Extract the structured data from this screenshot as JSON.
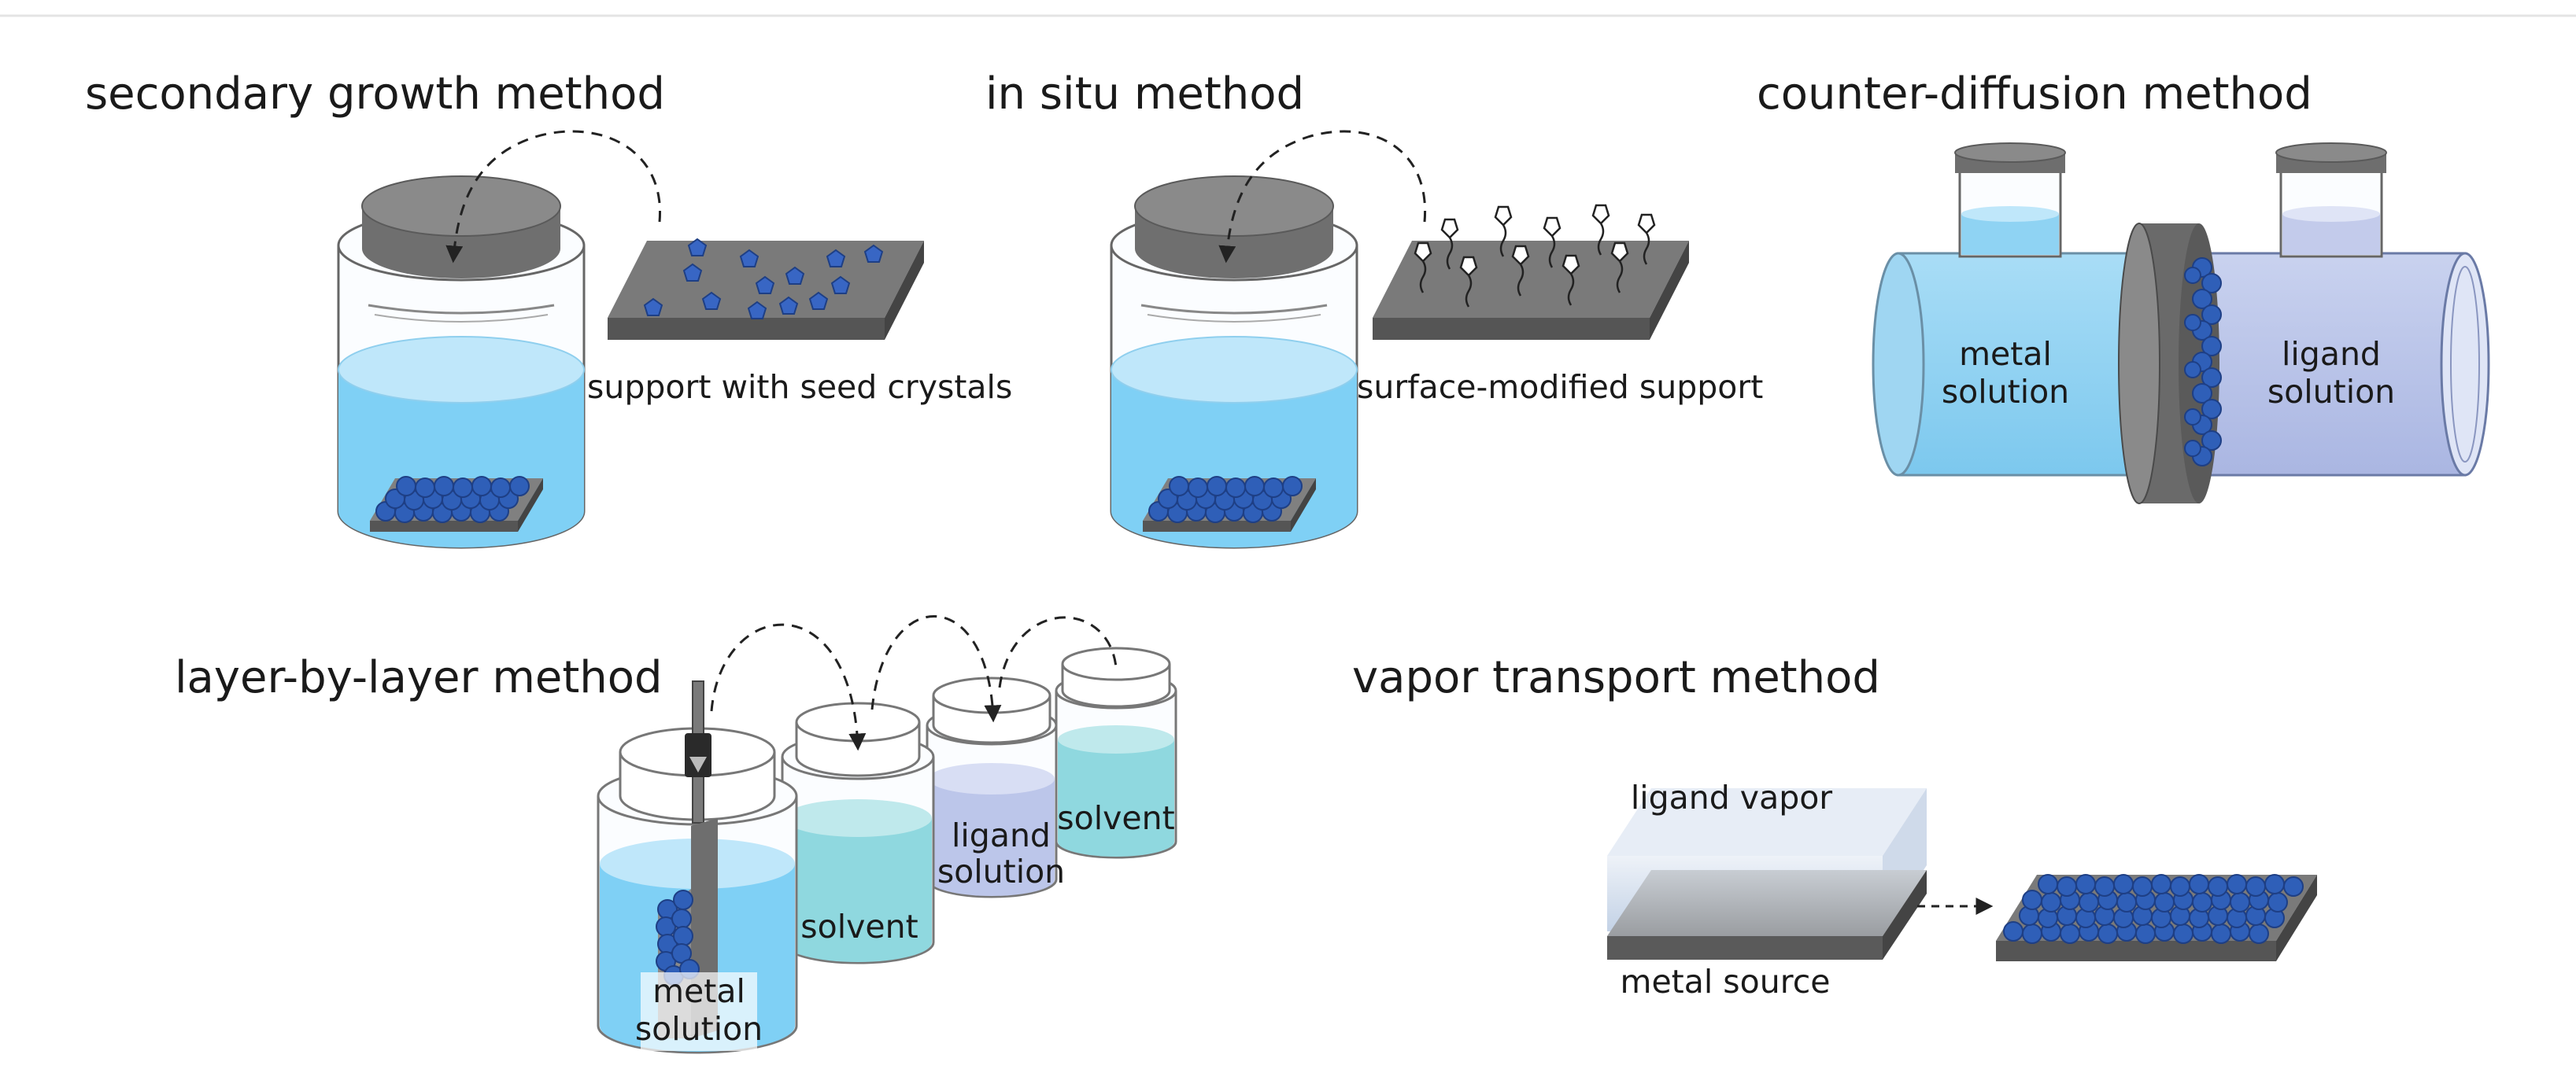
{
  "panels": {
    "secondary_growth": {
      "title": "secondary growth method",
      "support_label": "support with seed crystals"
    },
    "in_situ": {
      "title": "in situ method",
      "support_label": "surface-modified support"
    },
    "counter_diffusion": {
      "title": "counter-diffusion method",
      "left_label_line1": "metal",
      "left_label_line2": "solution",
      "right_label_line1": "ligand",
      "right_label_line2": "solution"
    },
    "layer_by_layer": {
      "title": "layer-by-layer method",
      "jar1_line1": "metal",
      "jar1_line2": "solution",
      "jar2_label": "solvent",
      "jar3_line1": "ligand",
      "jar3_line2": "solution",
      "jar4_label": "solvent"
    },
    "vapor_transport": {
      "title": "vapor transport method",
      "vapor_label": "ligand vapor",
      "source_label": "metal source"
    }
  },
  "colors": {
    "metal_solution": "#7fd0f5",
    "ligand_solution": "#bcc6ea",
    "solvent": "#8fd8df",
    "crystal": "#2f5fb8",
    "support": "#6e6e6e",
    "lid": "#707070"
  }
}
